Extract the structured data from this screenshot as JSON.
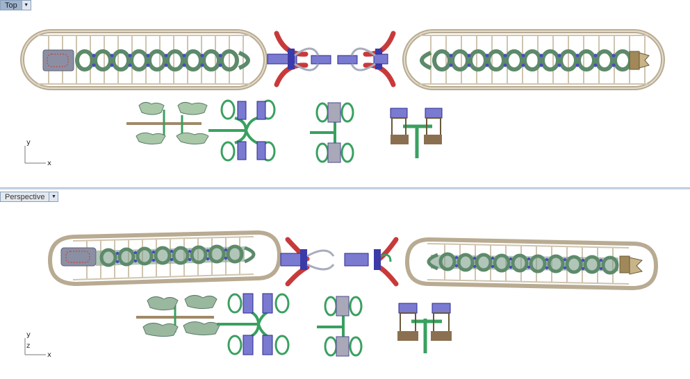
{
  "viewports": {
    "top": {
      "name": "Top"
    },
    "perspective": {
      "name": "Perspective"
    }
  },
  "axes": {
    "x": "x",
    "y": "y",
    "z": "z"
  },
  "icons": {
    "viewport_menu": "dropdown-arrow-icon",
    "axis_gizmo": "axis-gizmo-icon"
  },
  "colors": {
    "bracelet_frame": "#cfc4ae",
    "link_green": "#5c8a6a",
    "gem_blue": "#3a3aa8",
    "hook_red": "#c83a3a",
    "wire_green": "#3aa060",
    "bronze": "#8a7050",
    "silver": "#b8bcc8",
    "active_tab": "#9fb4cf"
  }
}
